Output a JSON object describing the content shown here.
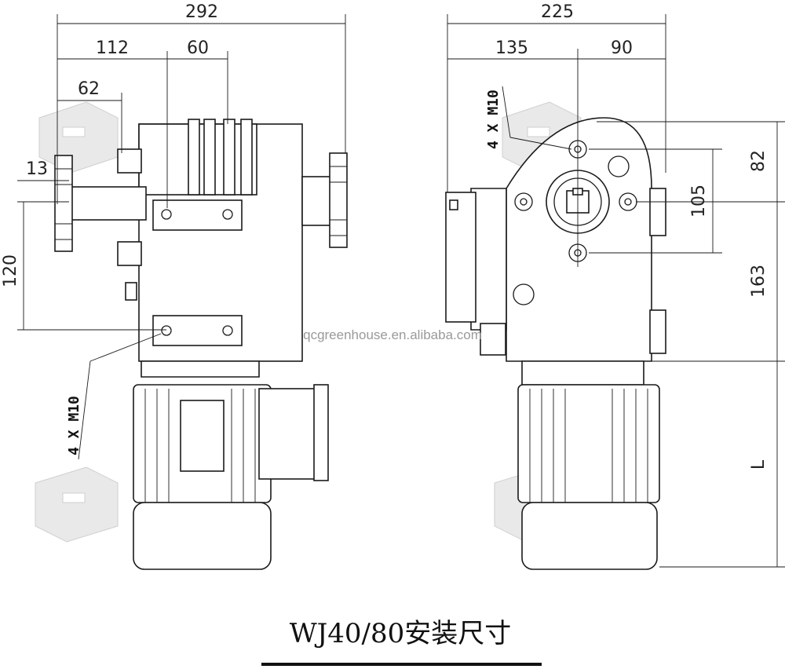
{
  "title": "WJ40/80安装尺寸",
  "watermark": "qcgreenhouse.en.alibaba.com",
  "left_view": {
    "dims": {
      "overall_width": "292",
      "d112": "112",
      "d60": "60",
      "d62": "62",
      "d13": "13",
      "d120": "120"
    },
    "bolt_label": "4 X M10"
  },
  "right_view": {
    "dims": {
      "overall_width": "225",
      "d135": "135",
      "d90": "90",
      "d82": "82",
      "d105": "105",
      "d163": "163",
      "motor_length": "L"
    },
    "bolt_label": "4 X M10"
  }
}
